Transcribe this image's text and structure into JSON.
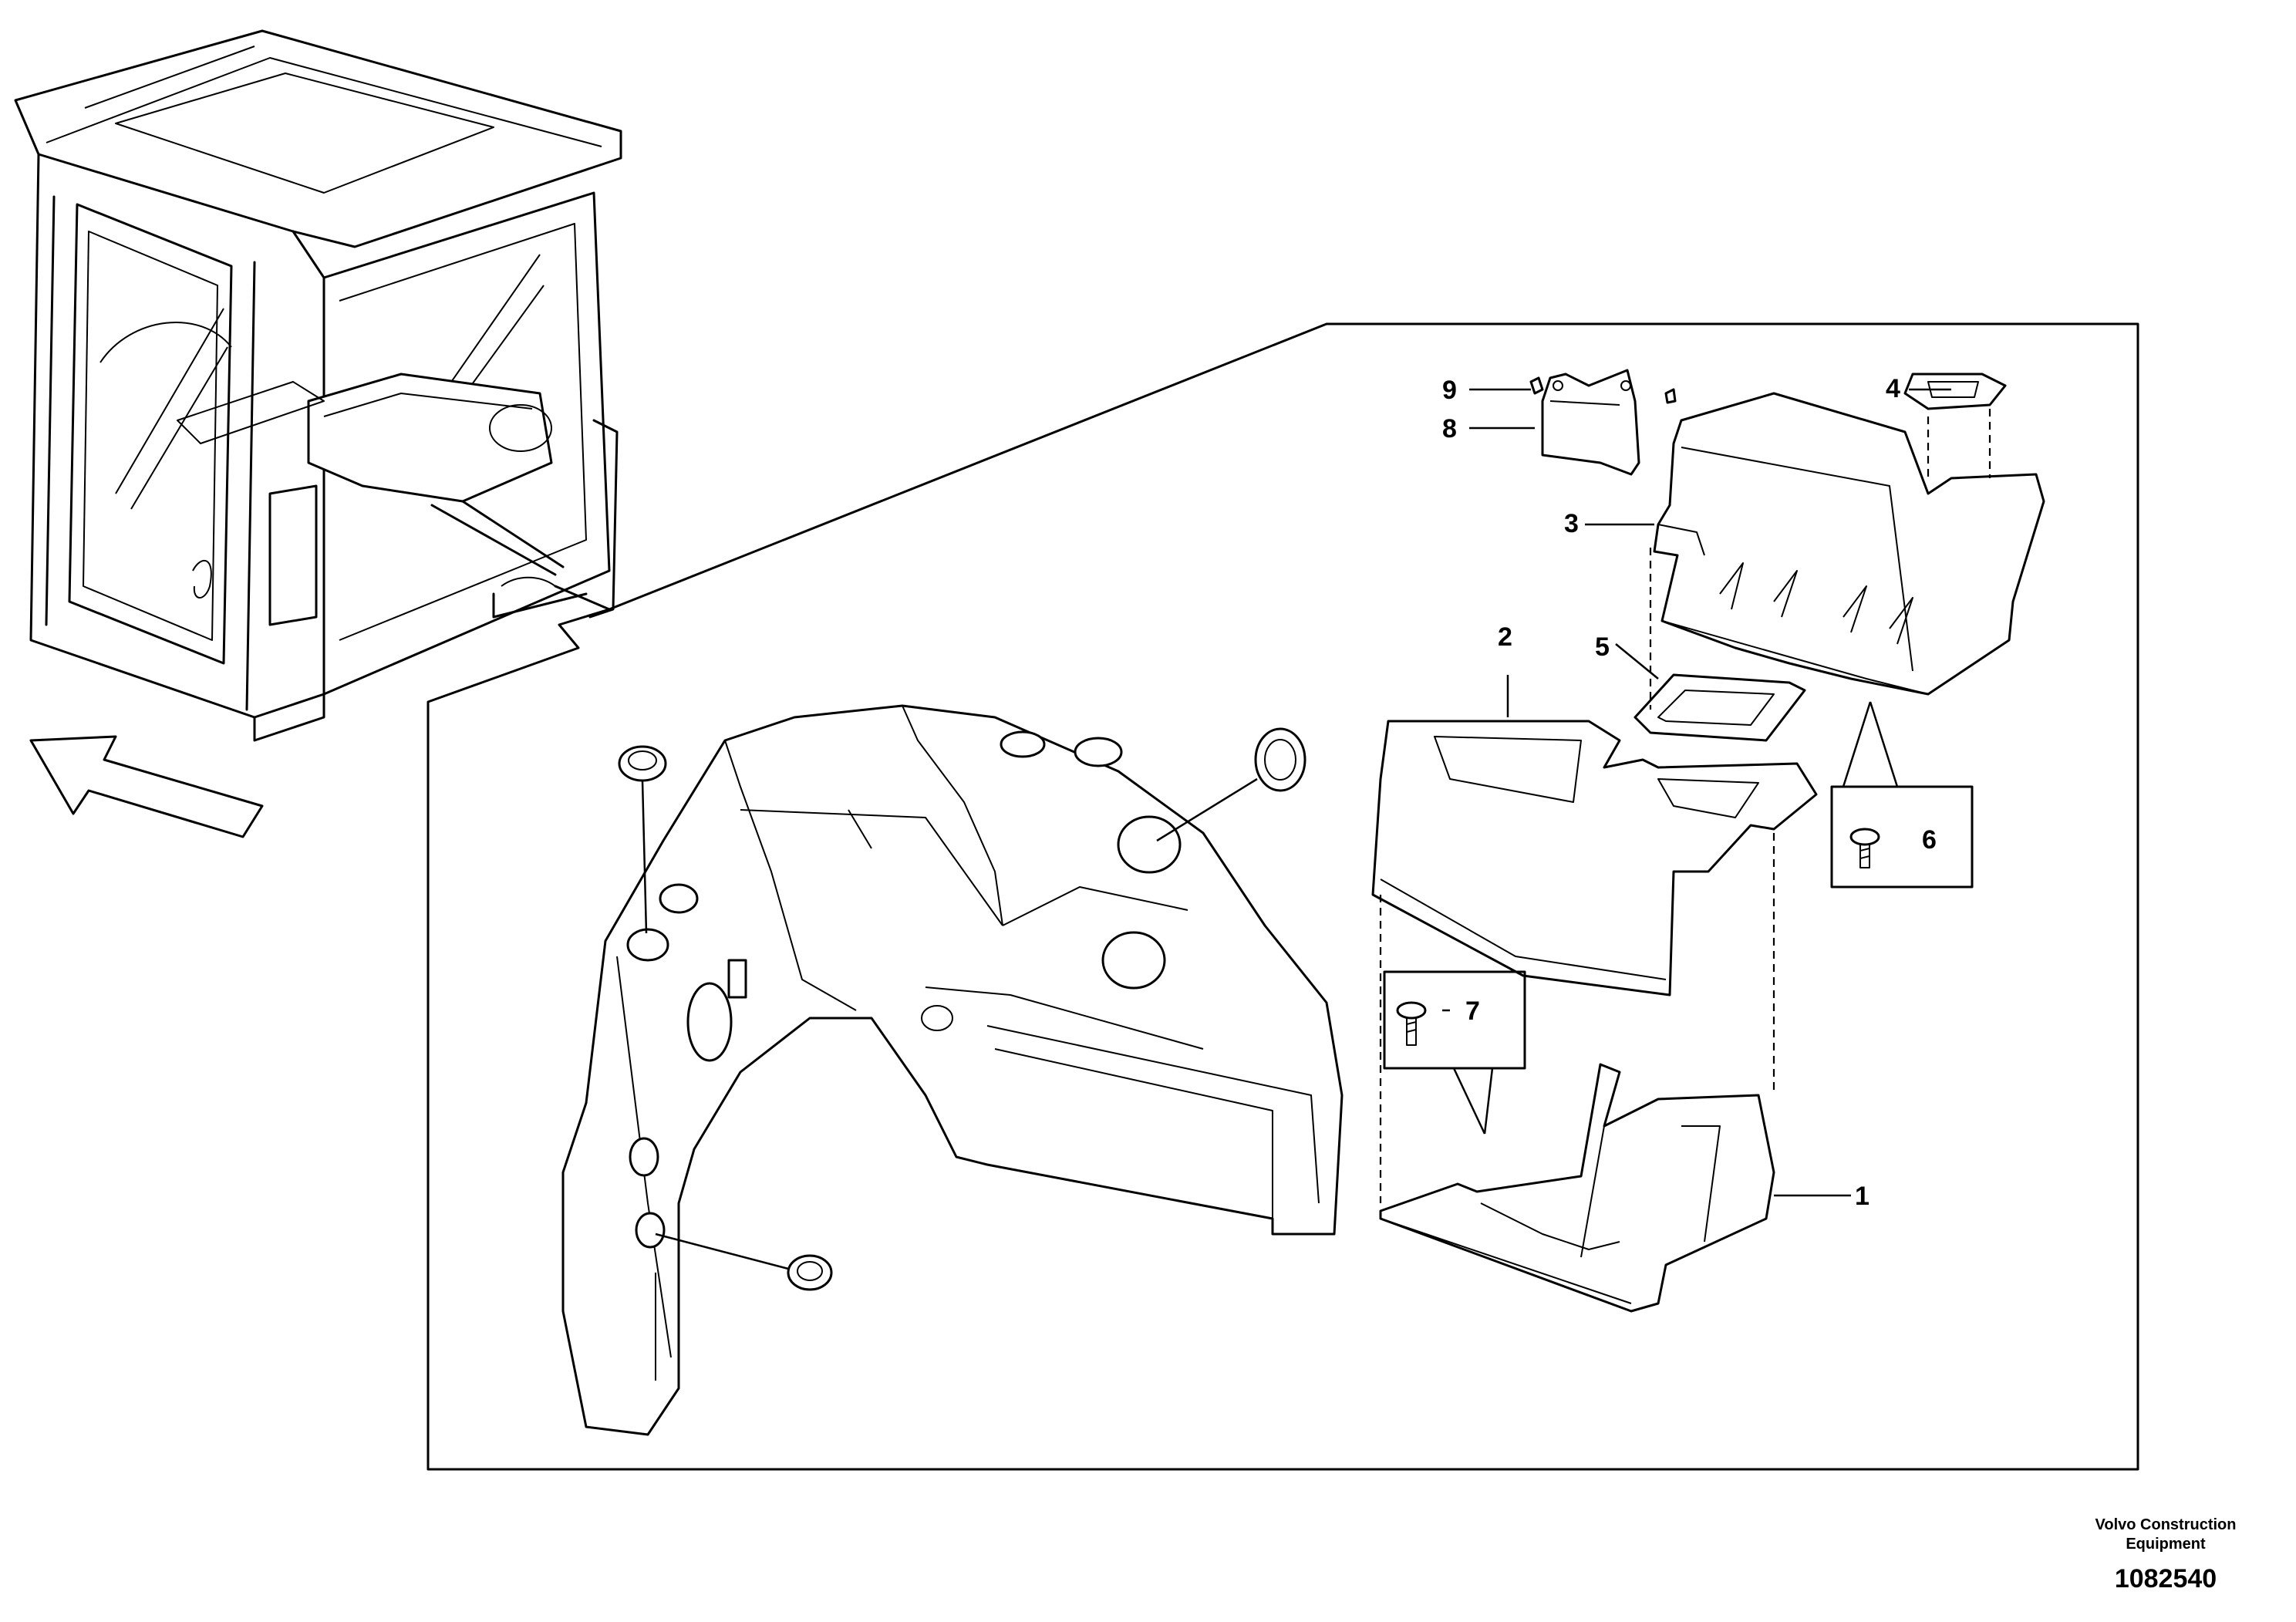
{
  "callouts": [
    {
      "id": "1",
      "label": "1"
    },
    {
      "id": "2",
      "label": "2"
    },
    {
      "id": "3",
      "label": "3"
    },
    {
      "id": "4",
      "label": "4"
    },
    {
      "id": "5",
      "label": "5"
    },
    {
      "id": "6",
      "label": "6"
    },
    {
      "id": "7",
      "label": "7"
    },
    {
      "id": "8",
      "label": "8"
    },
    {
      "id": "9",
      "label": "9"
    }
  ],
  "footer": {
    "company_line1": "Volvo Construction",
    "company_line2": "Equipment",
    "drawing_number": "1082540"
  }
}
